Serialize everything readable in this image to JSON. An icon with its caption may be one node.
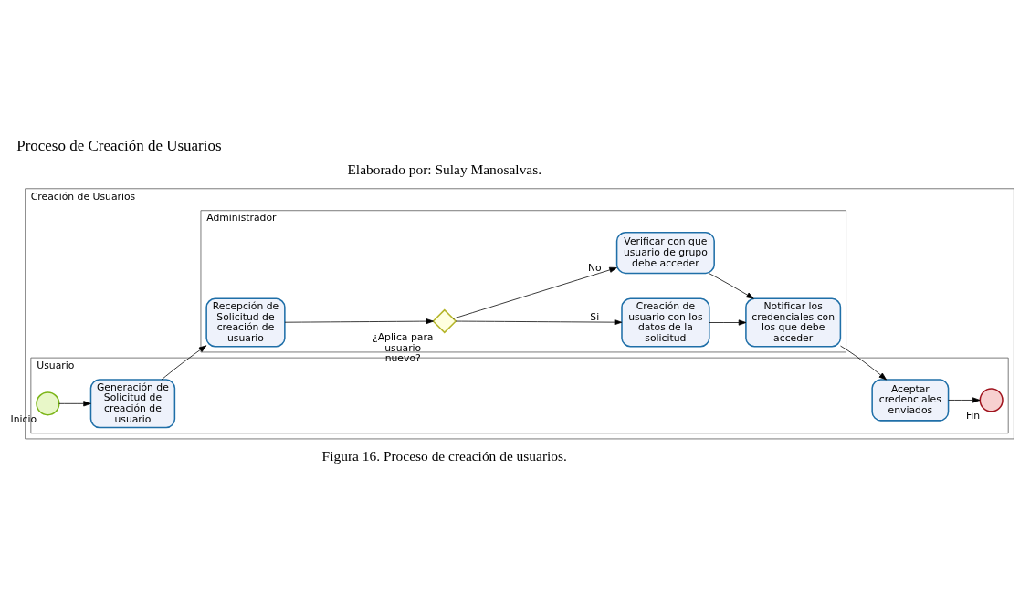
{
  "diagram": {
    "title": "Proceso de Creación de Usuarios",
    "caption": "Figura 16. Proceso de creación de usuarios.",
    "nodes": [
      {
        "text": [
          "Creación de Usuarios"
        ]
      },
      {
        "text": [
          "Administrador"
        ],
        "in": 0
      },
      {
        "text": [
          "Recepción de Solicitud de creación de usuario"
        ],
        "in": 1
      },
      {
        "text": [],
        "shape": "diamond",
        "beside": [
          "¿Aplica para usuario nuevo?"
        ],
        "in": 1
      },
      {
        "text": [
          "Creación de usuario con los datos de la solicitud"
        ],
        "in": 1
      },
      {
        "text": [
          "Verificar con que usuario de grupo debe acceder"
        ],
        "in": 1
      },
      {
        "text": [
          "Notificar los credenciales con los que debe acceder"
        ],
        "in": 1
      },
      {
        "text": [
          "Usuario"
        ],
        "in": 0
      },
      {
        "text": [],
        "shape": "circle",
        "beside": [
          "Inicio"
        ],
        "in": 7
      },
      {
        "text": [
          "Generación de Solicitud de creación de usuario"
        ],
        "in": 7
      },
      {
        "text": [
          "Aceptar credenciales enviados"
        ],
        "in": 7
      },
      {
        "text": [],
        "shape": "circle",
        "beside": [
          "Fin"
        ],
        "in": 7
      }
    ],
    "edges": [
      {
        "from": 8,
        "to": 9,
        "arrow": "to"
      },
      {
        "from": 9,
        "to": 2,
        "arrow": "to"
      },
      {
        "from": 2,
        "to": 3,
        "arrow": "to"
      },
      {
        "from": 3,
        "to": 4,
        "label": "Si",
        "arrow": "to"
      },
      {
        "from": 3,
        "to": 5,
        "label": "No",
        "arrow": "to"
      },
      {
        "from": 4,
        "to": 6,
        "arrow": "to"
      },
      {
        "from": 5,
        "to": 6,
        "arrow": "to"
      },
      {
        "from": 6,
        "to": 10,
        "arrow": "to"
      },
      {
        "from": 10,
        "to": 11,
        "arrow": "to"
      }
    ],
    "labels": [
      "Elaborado por: Sulay Manosalvas."
    ]
  }
}
